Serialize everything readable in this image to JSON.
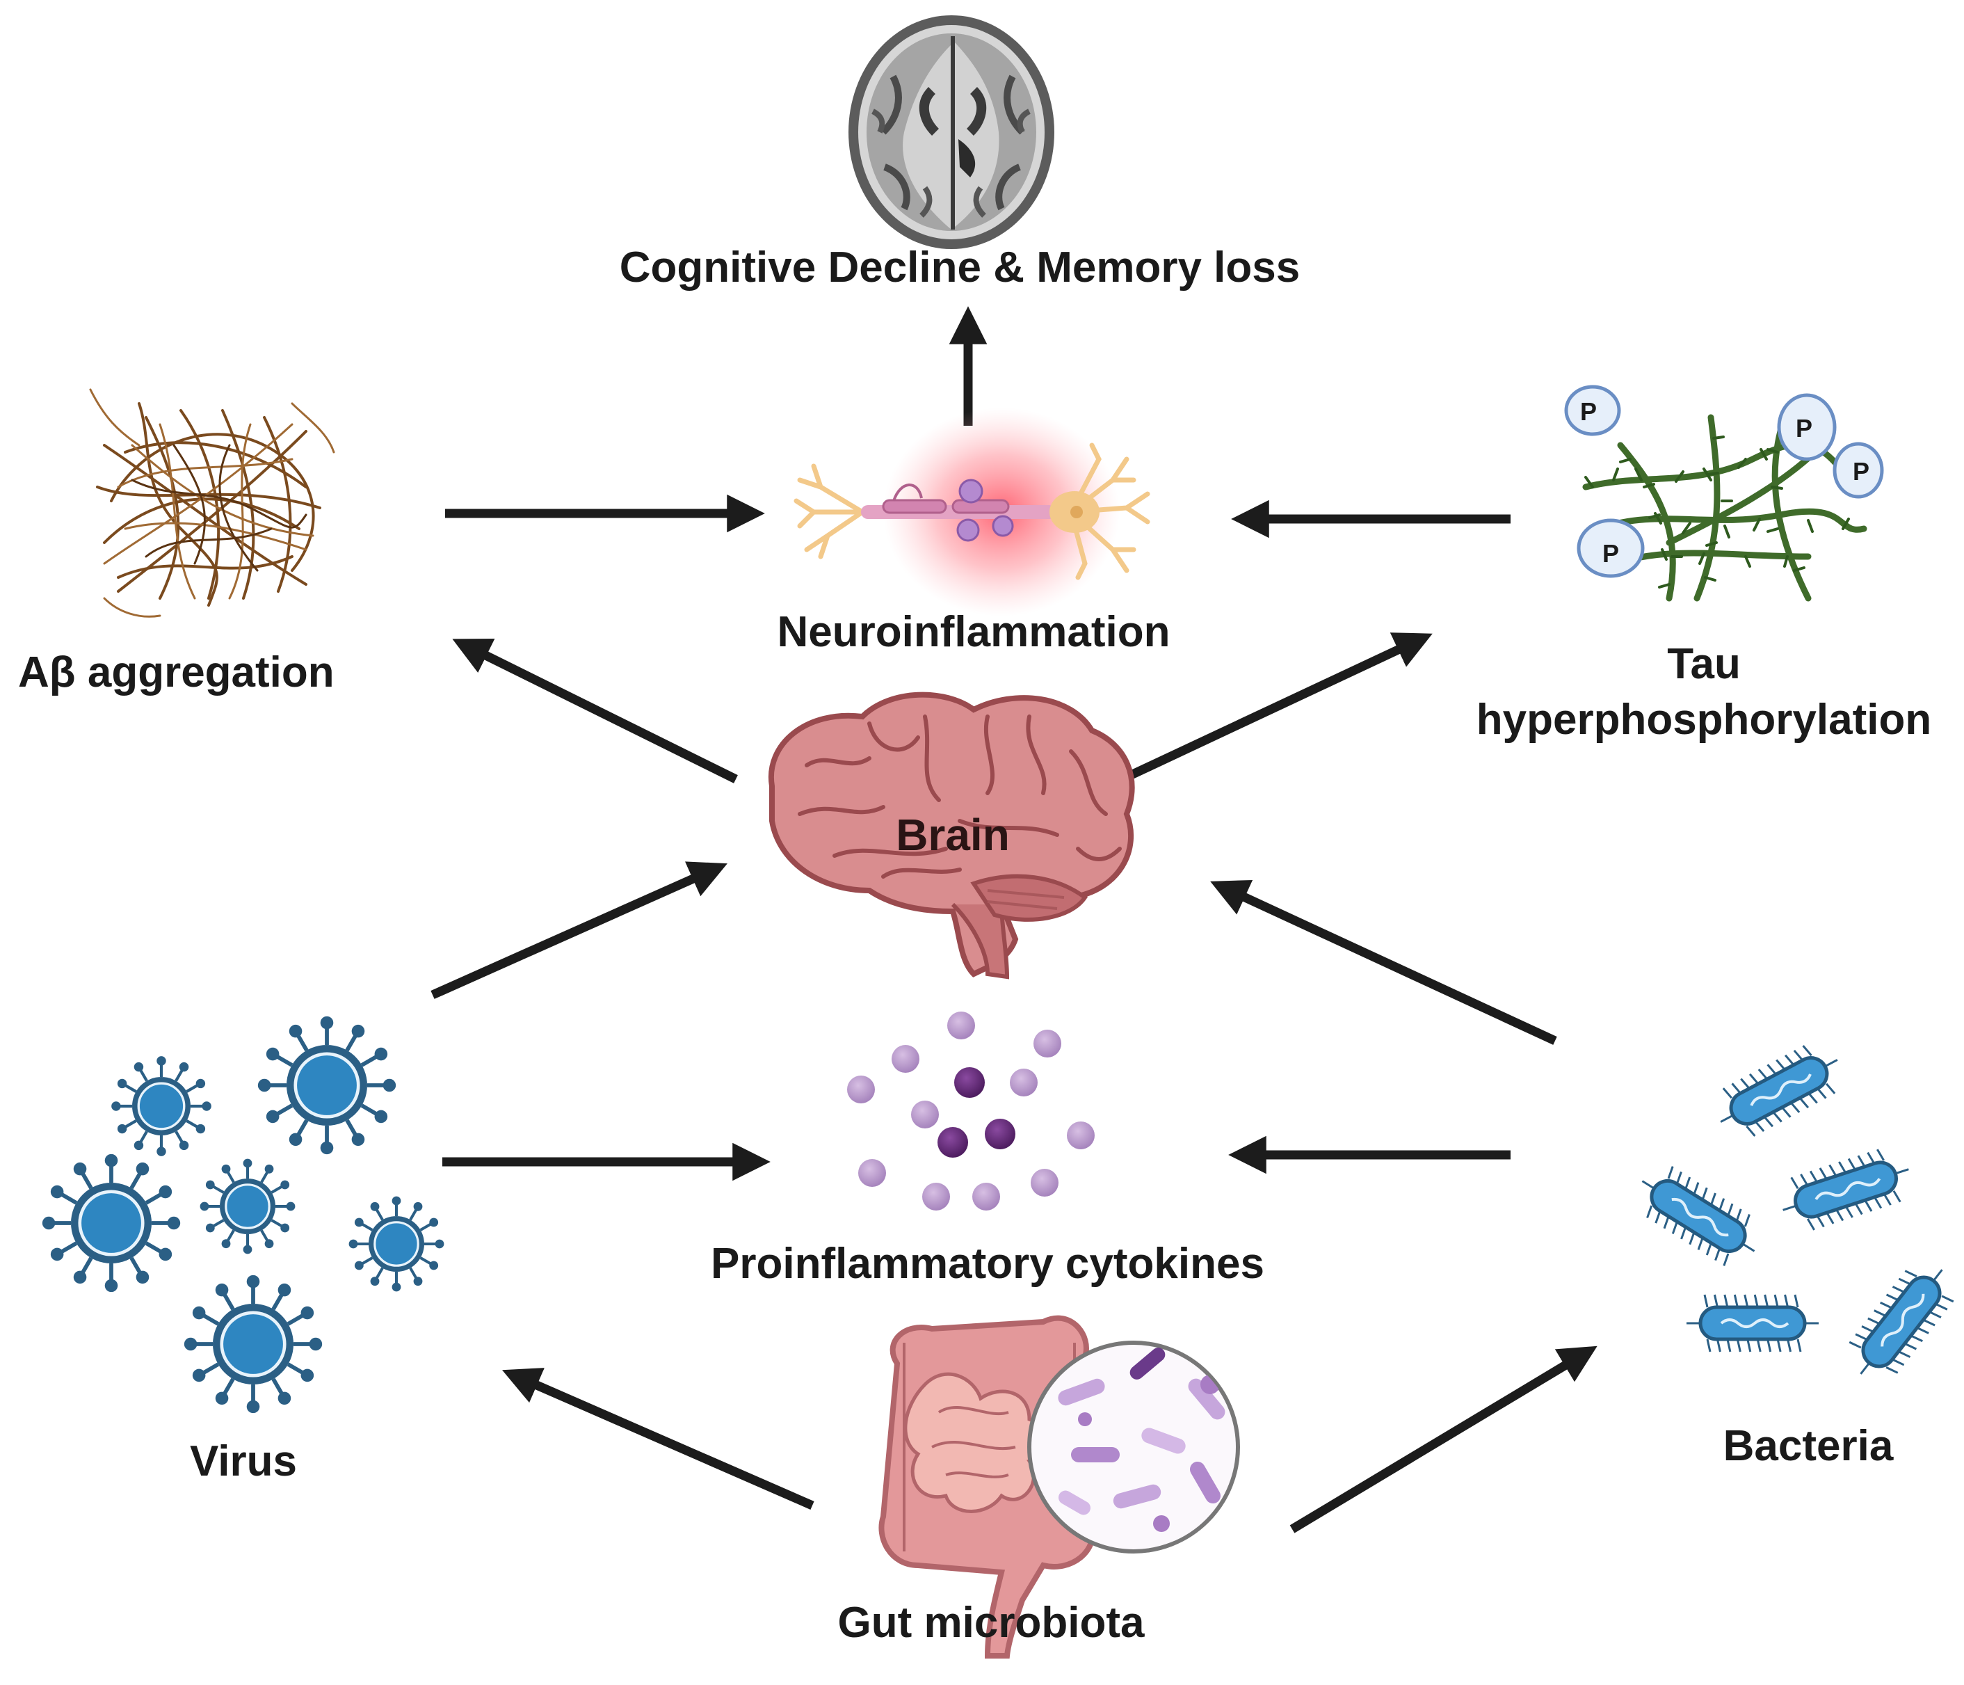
{
  "labels": {
    "cognitive": "Cognitive Decline & Memory loss",
    "neuro": "Neuroinflammation",
    "abeta": "Aβ aggregation",
    "tau_line1": "Tau",
    "tau_line2": "hyperphosphorylation",
    "brain": "Brain",
    "cytokines": "Proinflammatory cytokines",
    "virus": "Virus",
    "bacteria": "Bacteria",
    "gut": "Gut microbiota",
    "phospho": "P"
  },
  "colors": {
    "arrow": "#1c1c1c",
    "brain_pink": "#d98d8f",
    "virus_blue": "#2e86c1",
    "tau_green": "#3f6b2a",
    "abeta_brown": "#7a4a1e",
    "cytokine_purple": "#6b2f7a",
    "gut_pink": "#e3989a"
  },
  "icons": [
    "mri-brain-icon",
    "amyloid-fibril-icon",
    "neuron-inflammation-icon",
    "tau-tangle-icon",
    "brain-icon",
    "virus-icon",
    "cytokine-icon",
    "bacteria-icon",
    "intestine-icon"
  ]
}
